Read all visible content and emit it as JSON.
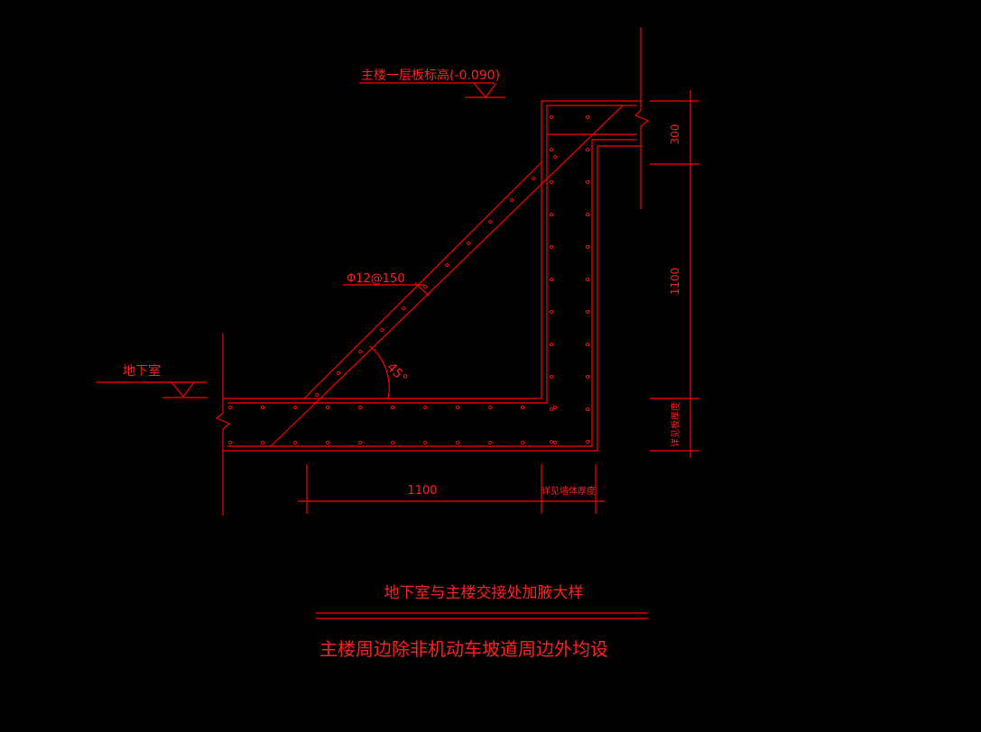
{
  "colors": {
    "background": "#000000",
    "line": "#ff0000",
    "text": "#ff2020"
  },
  "labels": {
    "elevation": "主楼一层板标高(-0.090)",
    "basement": "地下室",
    "rebar": "Φ12@150",
    "angle": "45°"
  },
  "dimensions": {
    "vertical_top": "300",
    "vertical_mid": "1100",
    "vertical_bottom": "详见板厚度",
    "horizontal_main": "1100",
    "horizontal_wall": "详见墙体厚度"
  },
  "title": "地下室与主楼交接处加腋大样",
  "note": "主楼周边除非机动车坡道周边外均设"
}
